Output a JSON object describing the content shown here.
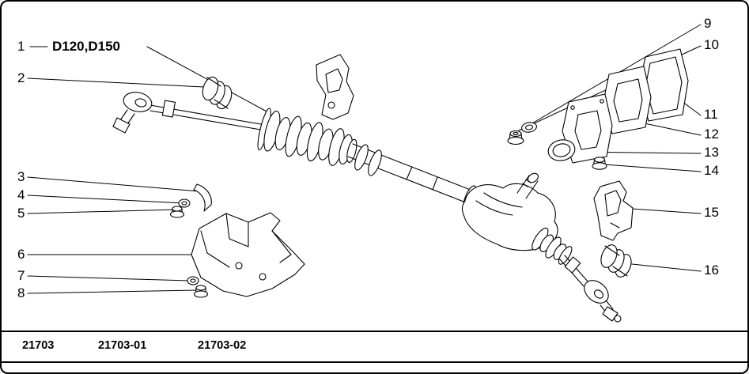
{
  "callouts": [
    {
      "number": "1",
      "label": "D120,D150"
    },
    {
      "number": "2"
    },
    {
      "number": "3"
    },
    {
      "number": "4"
    },
    {
      "number": "5"
    },
    {
      "number": "6"
    },
    {
      "number": "7"
    },
    {
      "number": "8"
    },
    {
      "number": "9"
    },
    {
      "number": "10"
    },
    {
      "number": "11"
    },
    {
      "number": "12"
    },
    {
      "number": "13"
    },
    {
      "number": "14"
    },
    {
      "number": "15"
    },
    {
      "number": "16"
    }
  ],
  "footer": {
    "codes": [
      "21703",
      "21703-01",
      "21703-02"
    ]
  },
  "colors": {
    "line": "#000000",
    "background": "#ffffff"
  }
}
